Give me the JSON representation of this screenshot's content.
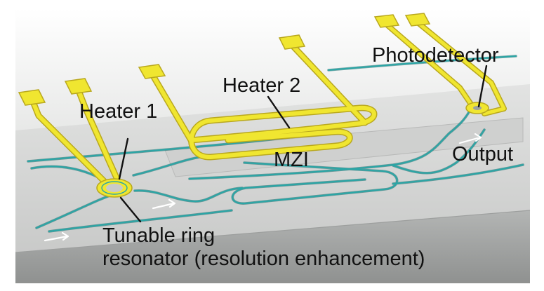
{
  "labels": {
    "heater1": "Heater 1",
    "heater2": "Heater 2",
    "mzi": "MZI",
    "photodetector": "Photodetector",
    "output": "Output",
    "ring_line1": "Tunable ring",
    "ring_line2": "resonator (resolution enhancement)"
  },
  "colors": {
    "background": "#ffffff",
    "chip_surface": "#d4d5d4",
    "chip_front": "#a9abaa",
    "chip_side": "#c2c3c2",
    "waveguide": "#2aa6a6",
    "metal": "#f0e630",
    "metal_edge": "#b9a81e",
    "arrow": "#ffffff",
    "text": "#111111"
  }
}
